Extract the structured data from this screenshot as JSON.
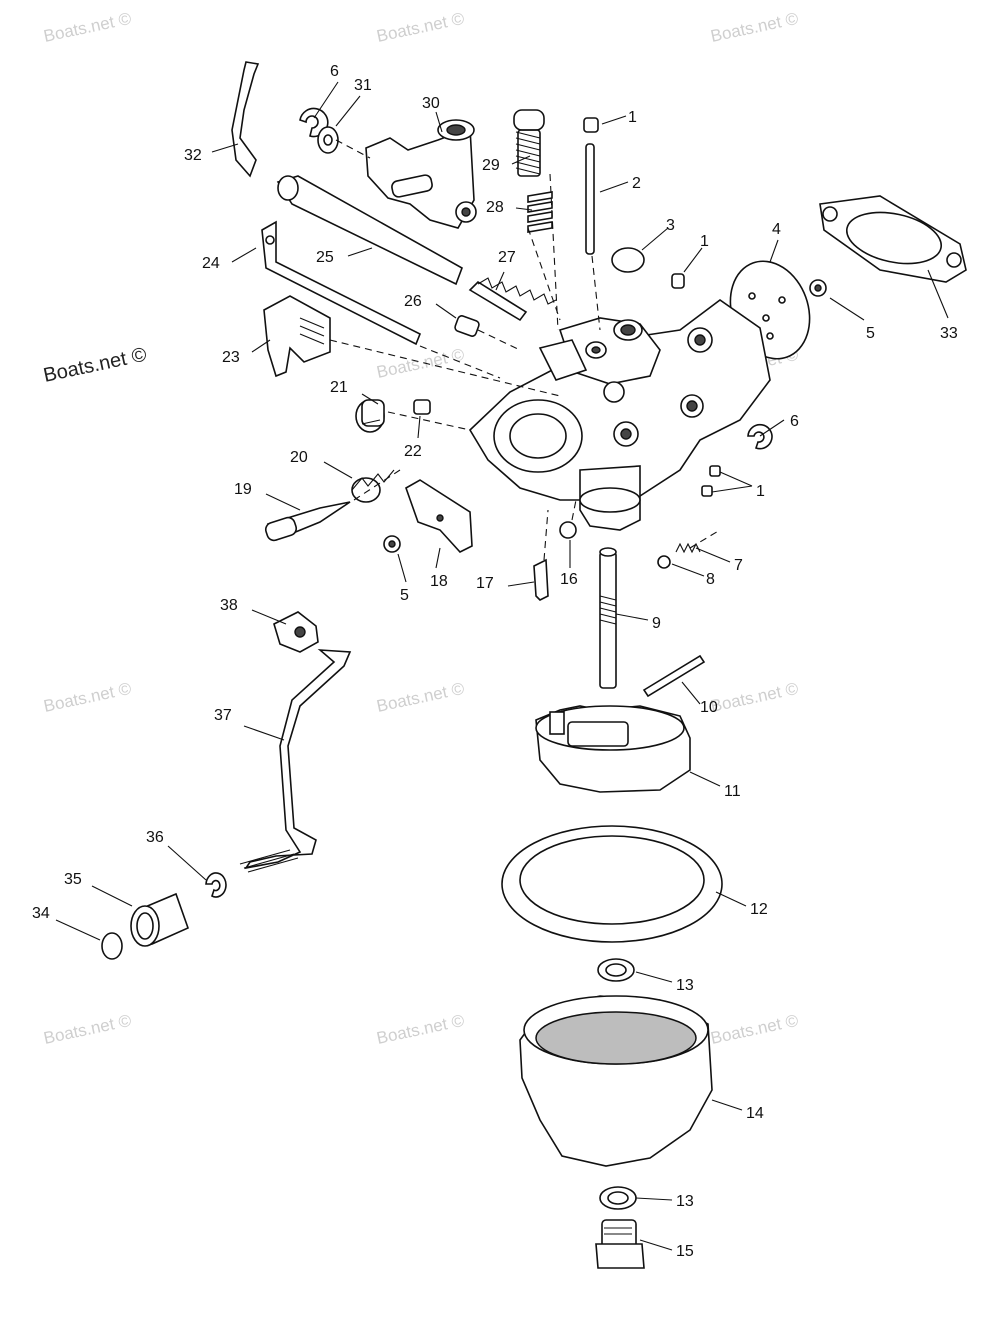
{
  "watermarks": [
    "Boats.net ©",
    "Boats.net ©",
    "Boats.net ©",
    "Boats.net ©",
    "Boats.net ©",
    "Boats.net ©",
    "Boats.net ©",
    "Boats.net ©",
    "Boats.net ©",
    "Boats.net ©"
  ],
  "brand_label": "Boats.net ©",
  "callouts": [
    "1",
    "2",
    "3",
    "1",
    "4",
    "5",
    "33",
    "6",
    "1",
    "7",
    "8",
    "9",
    "10",
    "11",
    "12",
    "13",
    "14",
    "13",
    "15",
    "16",
    "17",
    "18",
    "5",
    "19",
    "20",
    "21",
    "22",
    "23",
    "24",
    "25",
    "26",
    "27",
    "28",
    "29",
    "30",
    "31",
    "6",
    "32",
    "38",
    "37",
    "36",
    "35",
    "34"
  ]
}
